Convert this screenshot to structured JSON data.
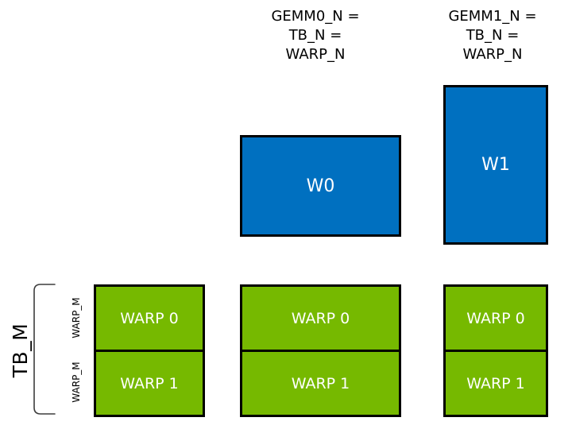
{
  "colors": {
    "blue": "#0070C0",
    "green": "#76B900",
    "border": "#000000",
    "label_light": "#FFFFFF",
    "text": "#000000"
  },
  "headers": {
    "gemm0": {
      "line1": "GEMM0_N =",
      "line2": "TB_N =",
      "line3": "WARP_N"
    },
    "gemm1": {
      "line1": "GEMM1_N =",
      "line2": "TB_N =",
      "line3": "WARP_N"
    }
  },
  "warp_tiles": {
    "w0": "W0",
    "w1": "W1"
  },
  "side_labels": {
    "tb_m": "TB_M",
    "warp_m_top": "WARP_M",
    "warp_m_bottom": "WARP_M"
  },
  "warp_columns": {
    "left": {
      "warp0": "WARP 0",
      "warp1": "WARP 1"
    },
    "middle": {
      "warp0": "WARP 0",
      "warp1": "WARP 1"
    },
    "right": {
      "warp0": "WARP 0",
      "warp1": "WARP 1"
    }
  }
}
